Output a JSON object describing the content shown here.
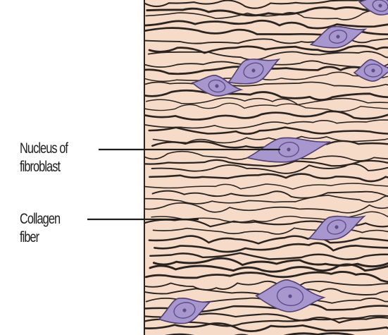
{
  "labels": {
    "nucleus": {
      "line1": "Nucleus of",
      "line2": "fibroblast"
    },
    "collagen": {
      "line1": "Collagen",
      "line2": "fiber"
    }
  },
  "colors": {
    "tissue_background": "#f6dcc8",
    "fiber": "#2a2320",
    "cell_fill": "#a897cf",
    "cell_stroke": "#4d3f6f",
    "nucleus": "#5e4d8a",
    "pointer_line": "#1d1d1d"
  }
}
